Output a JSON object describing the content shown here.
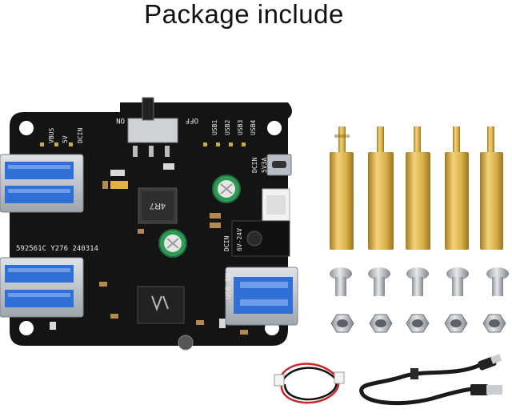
{
  "title": "Package include",
  "board": {
    "switch_labels": {
      "on": "ON",
      "off": "OFF"
    },
    "header_labels": [
      "VBUS",
      "5V",
      "DCIN",
      "USB1",
      "USB2",
      "USB3",
      "USB4"
    ],
    "inductor_label": "4R7",
    "serial": "592561C Y276 240314",
    "dcin_labels": [
      "DCIN",
      "5V3A"
    ],
    "dcin_barrel_labels": [
      "DCIN",
      "6V-24V"
    ],
    "usb_in_label": "USB IN"
  },
  "contents": {
    "standoffs": 5,
    "screws": 5,
    "nuts": 5,
    "cables": [
      "power-cable",
      "usb-cable"
    ]
  },
  "colors": {
    "pcb": "#141414",
    "usb_blue": "#2f6fd6",
    "brass": "#d9b44a",
    "steel": "#b8bcc2",
    "cable_red": "#c8262a"
  }
}
